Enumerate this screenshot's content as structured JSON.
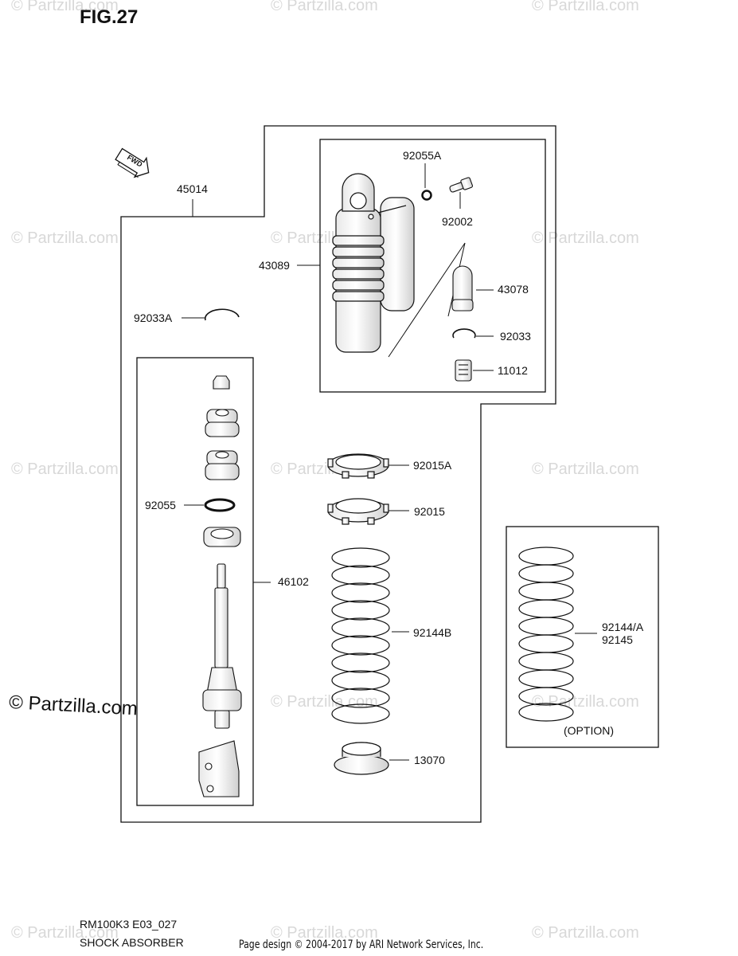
{
  "figure": {
    "title": "FIG.27"
  },
  "watermark": {
    "text": "© Partzilla.com"
  },
  "fwd_arrow": {
    "label": "FWD"
  },
  "parts": {
    "p45014": "45014",
    "p43089": "43089",
    "p92055A": "92055A",
    "p92002": "92002",
    "p43078": "43078",
    "p92033": "92033",
    "p11012": "11012",
    "p92033A": "92033A",
    "p92055": "92055",
    "p46102": "46102",
    "p92015A": "92015A",
    "p92015": "92015",
    "p92144B": "92144B",
    "p13070": "13070",
    "p92144A": "92144/A",
    "p92145": "92145",
    "option": "(OPTION)"
  },
  "footer": {
    "code": "RM100K3 E03_027",
    "name": "SHOCK ABSORBER",
    "credit": "Page design © 2004-2017 by ARI Network Services, Inc."
  }
}
